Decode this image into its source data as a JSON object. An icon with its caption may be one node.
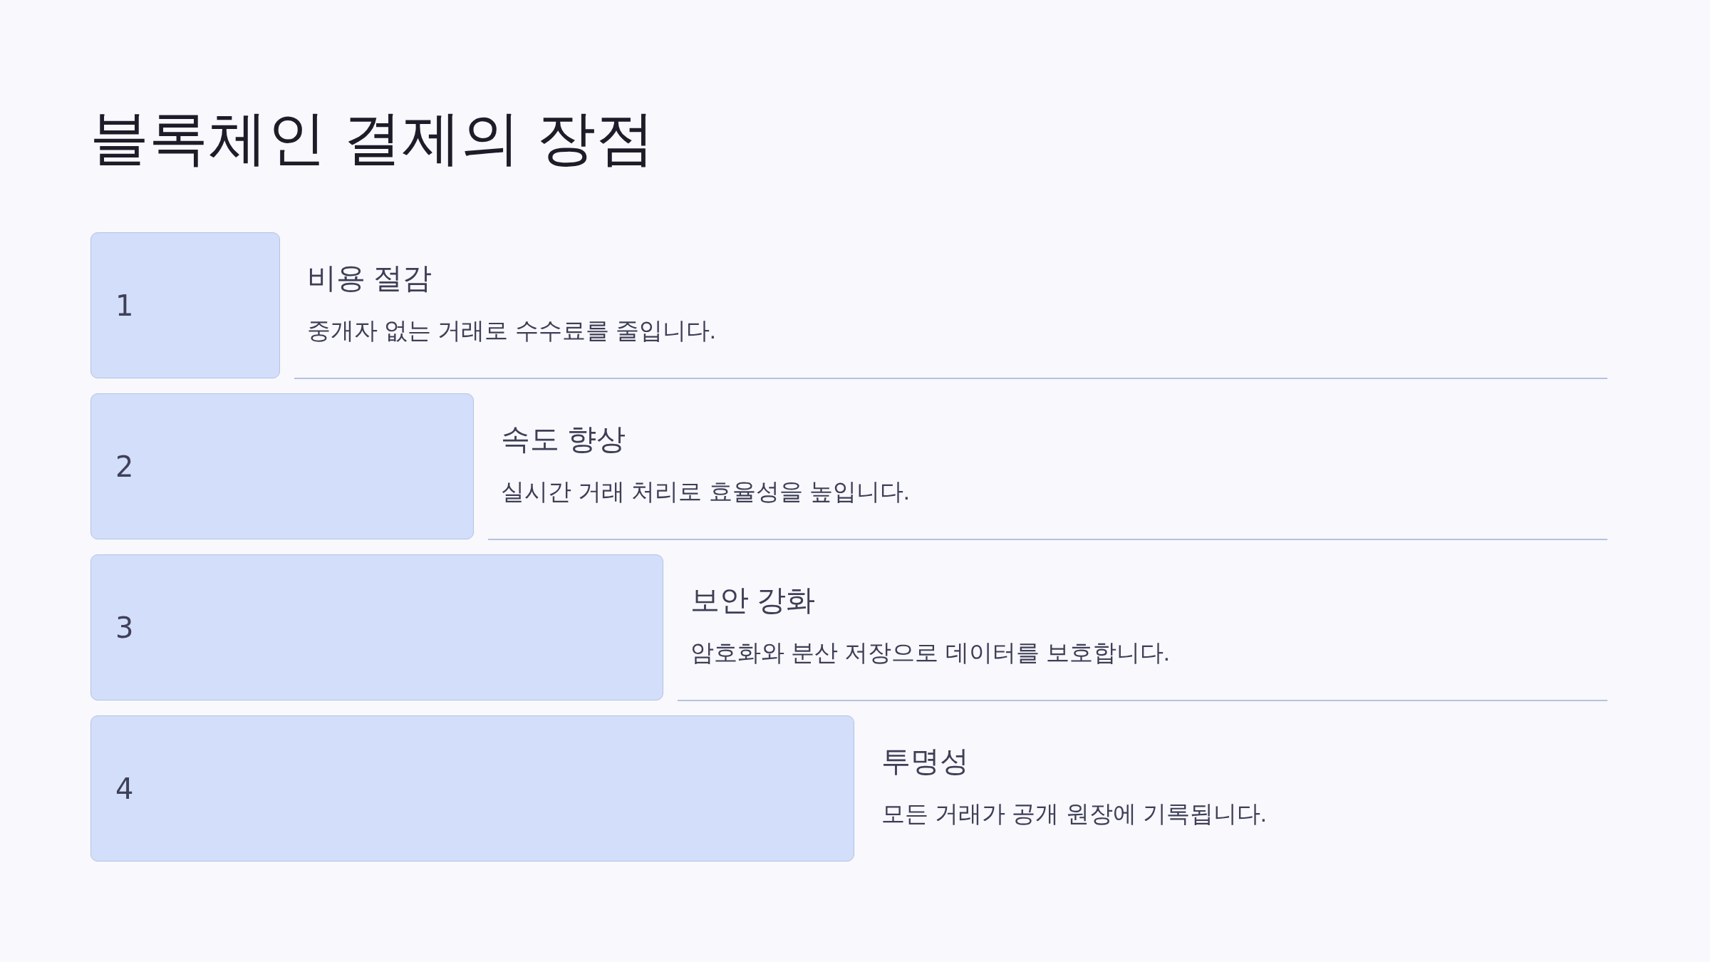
{
  "diagram": {
    "title": "블록체인 결제의 장점",
    "nodes": [
      {
        "text": [
          "1"
        ],
        "beside": [
          "비용 절감",
          "중개자 없는 거래로 수수료를 줄입니다."
        ]
      },
      {
        "text": [
          "2"
        ],
        "beside": [
          "속도 향상",
          "실시간 거래 처리로 효율성을 높입니다."
        ]
      },
      {
        "text": [
          "3"
        ],
        "beside": [
          "보안 강화",
          "암호화와 분산 저장으로 데이터를 보호합니다."
        ]
      },
      {
        "text": [
          "4"
        ],
        "beside": [
          "투명성",
          "모든 거래가 공개 원장에 기록됩니다."
        ]
      }
    ]
  }
}
